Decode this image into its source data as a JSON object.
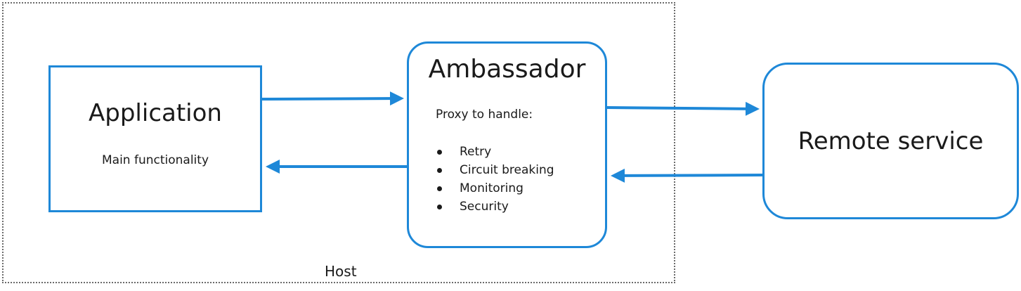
{
  "host": {
    "label": "Host"
  },
  "application": {
    "title": "Application",
    "subtitle": "Main functionality"
  },
  "ambassador": {
    "title": "Ambassador",
    "intro": "Proxy to handle:",
    "items": [
      "Retry",
      "Circuit breaking",
      "Monitoring",
      "Security"
    ]
  },
  "remote": {
    "title": "Remote service"
  },
  "colors": {
    "accent": "#1e88d8",
    "host_border": "#6b6b6b",
    "text": "#1a1a1a"
  }
}
